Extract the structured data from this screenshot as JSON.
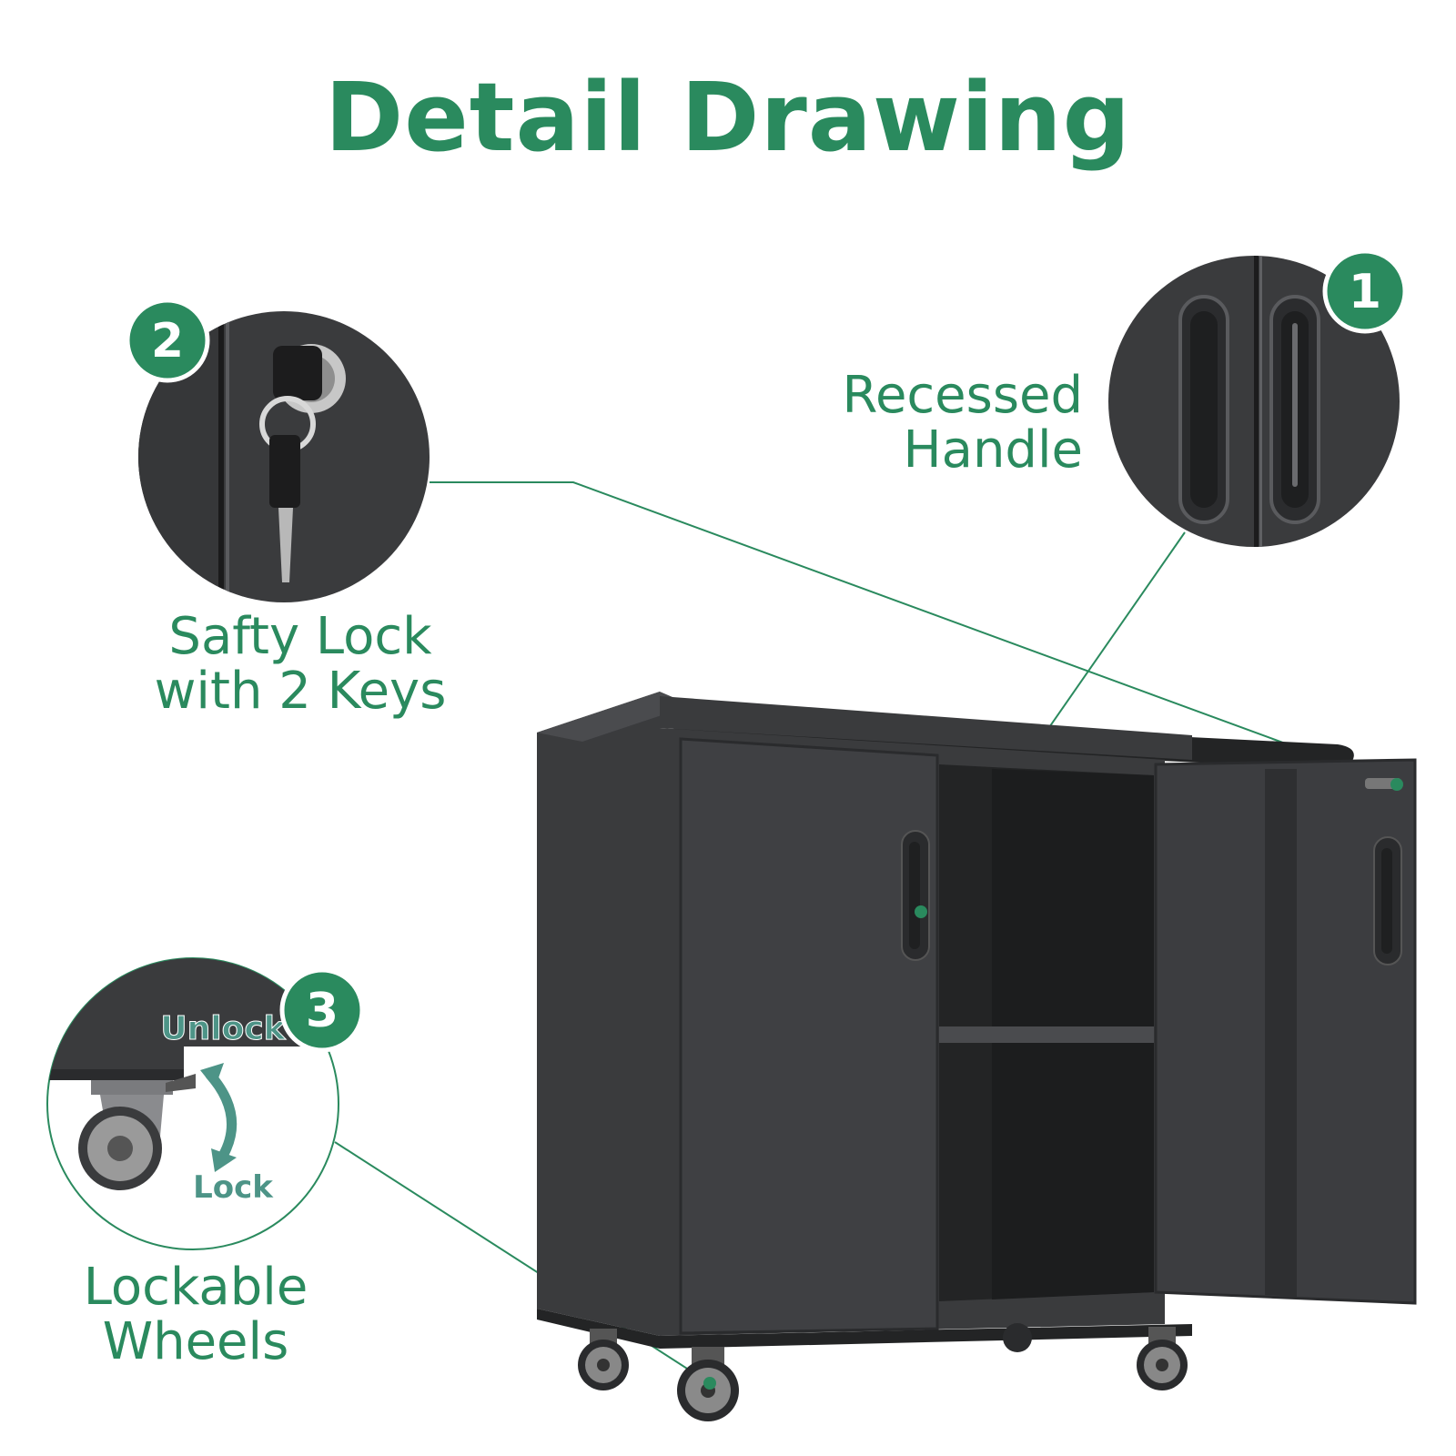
{
  "title": "Detail Drawing",
  "colors": {
    "accent": "#2a8a5e",
    "cabinet": "#3a3b3d",
    "cabinet_dark": "#232425",
    "cabinet_light": "#4a4b4e",
    "arrow": "#4d9487"
  },
  "callouts": [
    {
      "number": "1",
      "label_lines": [
        "Recessed",
        "Handle"
      ]
    },
    {
      "number": "2",
      "label_lines": [
        "Safty Lock",
        "with 2 Keys"
      ]
    },
    {
      "number": "3",
      "label_lines": [
        "Lockable",
        "Wheels"
      ],
      "unlock_text": "Unlock",
      "lock_text": "Lock"
    }
  ]
}
